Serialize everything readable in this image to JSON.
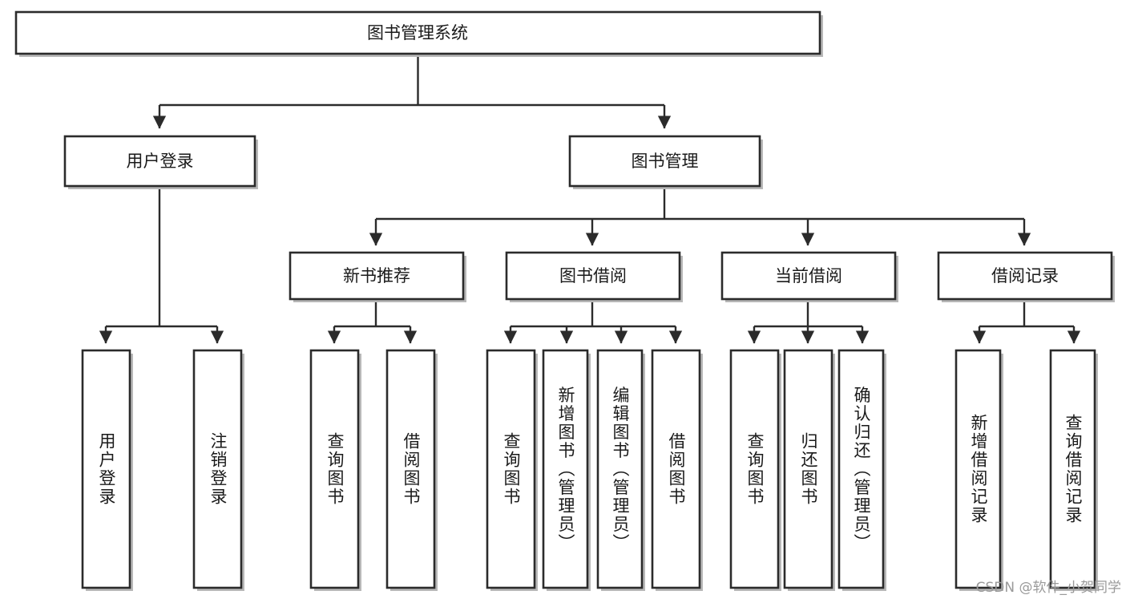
{
  "diagram": {
    "title": "图书管理系统",
    "type": "tree-hierarchy",
    "orientation": "top-down",
    "watermark": "CSDN @软件_小贺同学",
    "colors": {
      "box_stroke": "#2b2b2b",
      "box_fill": "#ffffff",
      "edge": "#2b2b2b",
      "background": "#ffffff",
      "watermark_text": "#9a9a9a"
    },
    "levels": {
      "level0": [
        {
          "id": "root",
          "label": "图书管理系统",
          "orientation": "horizontal"
        }
      ],
      "level1": [
        {
          "id": "user_login",
          "label": "用户登录",
          "orientation": "horizontal"
        },
        {
          "id": "book_mgmt",
          "label": "图书管理",
          "orientation": "horizontal"
        }
      ],
      "level2": [
        {
          "id": "new_book_rec",
          "label": "新书推荐",
          "orientation": "horizontal"
        },
        {
          "id": "book_borrow",
          "label": "图书借阅",
          "orientation": "horizontal"
        },
        {
          "id": "current_borrow",
          "label": "当前借阅",
          "orientation": "horizontal"
        },
        {
          "id": "borrow_record",
          "label": "借阅记录",
          "orientation": "horizontal"
        }
      ],
      "level3": [
        {
          "id": "leaf_user_login",
          "label": "用户登录",
          "orientation": "vertical",
          "parent": "user_login"
        },
        {
          "id": "leaf_logout",
          "label": "注销登录",
          "orientation": "vertical",
          "parent": "user_login"
        },
        {
          "id": "leaf_query_book_1",
          "label": "查询图书",
          "orientation": "vertical",
          "parent": "new_book_rec"
        },
        {
          "id": "leaf_borrow_book_1",
          "label": "借阅图书",
          "orientation": "vertical",
          "parent": "new_book_rec"
        },
        {
          "id": "leaf_query_book_2",
          "label": "查询图书",
          "orientation": "vertical",
          "parent": "book_borrow"
        },
        {
          "id": "leaf_add_book",
          "label": "新增图书（管理员）",
          "orientation": "vertical",
          "parent": "book_borrow"
        },
        {
          "id": "leaf_edit_book",
          "label": "编辑图书（管理员）",
          "orientation": "vertical",
          "parent": "book_borrow"
        },
        {
          "id": "leaf_borrow_book_2",
          "label": "借阅图书",
          "orientation": "vertical",
          "parent": "book_borrow"
        },
        {
          "id": "leaf_query_book_3",
          "label": "查询图书",
          "orientation": "vertical",
          "parent": "current_borrow"
        },
        {
          "id": "leaf_return_book",
          "label": "归还图书",
          "orientation": "vertical",
          "parent": "current_borrow"
        },
        {
          "id": "leaf_confirm_return",
          "label": "确认归还（管理员）",
          "orientation": "vertical",
          "parent": "current_borrow"
        },
        {
          "id": "leaf_add_record",
          "label": "新增借阅记录",
          "orientation": "vertical",
          "parent": "borrow_record"
        },
        {
          "id": "leaf_query_record",
          "label": "查询借阅记录",
          "orientation": "vertical",
          "parent": "borrow_record"
        }
      ]
    }
  }
}
